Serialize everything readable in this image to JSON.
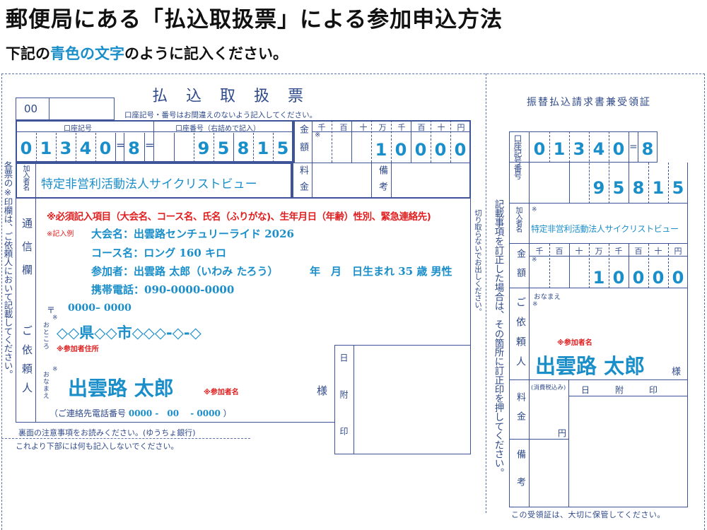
{
  "header": {
    "title": "郵便局にある「払込取扱票」による参加申込方法",
    "subtitle_pre": "下記の",
    "subtitle_highlight": "青色の文字",
    "subtitle_post": "のように記入ください。"
  },
  "colors": {
    "form_line": "#3d5499",
    "form_text": "#2f4a8a",
    "filled_blue": "#1a8ec9",
    "required_red": "#e02020"
  },
  "left_form": {
    "code_box": "00",
    "title": "払　込　取　扱　票",
    "note_top": "口座記号・番号はお間違えのないよう記入してください。",
    "account_symbol_label": "口座記号",
    "account_number_label": "口座番号（右詰めで記入）",
    "account_symbol_digits": [
      "0",
      "1",
      "3",
      "4",
      "0"
    ],
    "account_check_digit": "8",
    "account_number_digits": [
      "9",
      "5",
      "8",
      "1",
      "5"
    ],
    "amount_label": "金額",
    "amount_units": [
      "千",
      "百",
      "十",
      "万",
      "千",
      "百",
      "十",
      "円"
    ],
    "amount_mark": "※",
    "amount_digits": [
      "",
      "",
      "",
      "1",
      "0",
      "0",
      "0",
      "0"
    ],
    "subscriber_label": "加入者名",
    "subscriber_name": "特定非営利活動法人サイクリストビュー",
    "fee_label": "料金",
    "remarks_label": "備考",
    "comm_label": "通信欄",
    "required_note": "※必須記入項目（大会名、コース名、氏名（ふりがな)、生年月日（年齢）性別、緊急連絡先)",
    "example_label": "※記入例",
    "example_lines": [
      "大会名：出雲路センチュリーライド 2026",
      "コース名：ロング 160 キロ",
      "参加者：出雲路 太郎（いわみ たろう）",
      "携帯電話：090-0000-0000"
    ],
    "birth_line": "年　月　日生まれ 35 歳 男性",
    "requester_label": "ご依頼人",
    "postal_mark": "〒",
    "postal_code": "0000– 0000",
    "address_label": "おところ",
    "address_mark": "※",
    "address": "◇◇県◇◇市◇◇◇-◇-◇",
    "address_note": "※参加者住所",
    "name_label": "おなまえ",
    "name_mark": "※",
    "name": "出雲路 太郎",
    "name_note": "※参加者名",
    "sama": "様",
    "phone_label": "（ご連絡先電話番号",
    "phone_value": "0000 -　00　 - 0000",
    "phone_close": "）",
    "date_stamp_label": "日附印",
    "back_note": "裏面の注意事項をお読みください。(ゆうちょ銀行)",
    "no_write_note": "これより下部には何も記入しないでください。",
    "side_note": "各票の※印欄は、ご依頼人において記載してください。",
    "tear_note": "切り取らないでお出しください。"
  },
  "right_form": {
    "title": "振替払込請求書兼受領証",
    "correction_note": "記載事項を訂正した場合は、その箇所に訂正印を押してください。",
    "account_label": "口座記号番号",
    "account_symbol_digits": [
      "0",
      "1",
      "3",
      "4",
      "0"
    ],
    "account_check_digit": "8",
    "account_number_digits": [
      "9",
      "5",
      "8",
      "1",
      "5"
    ],
    "subscriber_label": "加入者名",
    "subscriber_mark": "※",
    "subscriber_name": "特定非営利活動法人サイクリストビュー",
    "amount_label": "金額",
    "amount_units": [
      "千",
      "百",
      "十",
      "万",
      "千",
      "百",
      "十",
      "円"
    ],
    "amount_mark": "※",
    "amount_digits": [
      "",
      "",
      "",
      "1",
      "0",
      "0",
      "0",
      "0"
    ],
    "requester_label": "ご依頼人",
    "name_label": "おなまえ",
    "name_mark": "※",
    "name_note": "※参加者名",
    "name": "出雲路 太郎",
    "sama": "様",
    "tax_note": "(消費税込み)",
    "fee_label": "料金",
    "yen": "円",
    "date_stamp_header": "日　　　附　　　印",
    "remarks_label": "備考",
    "keep_note": "この受領証は、大切に保管してください。"
  }
}
